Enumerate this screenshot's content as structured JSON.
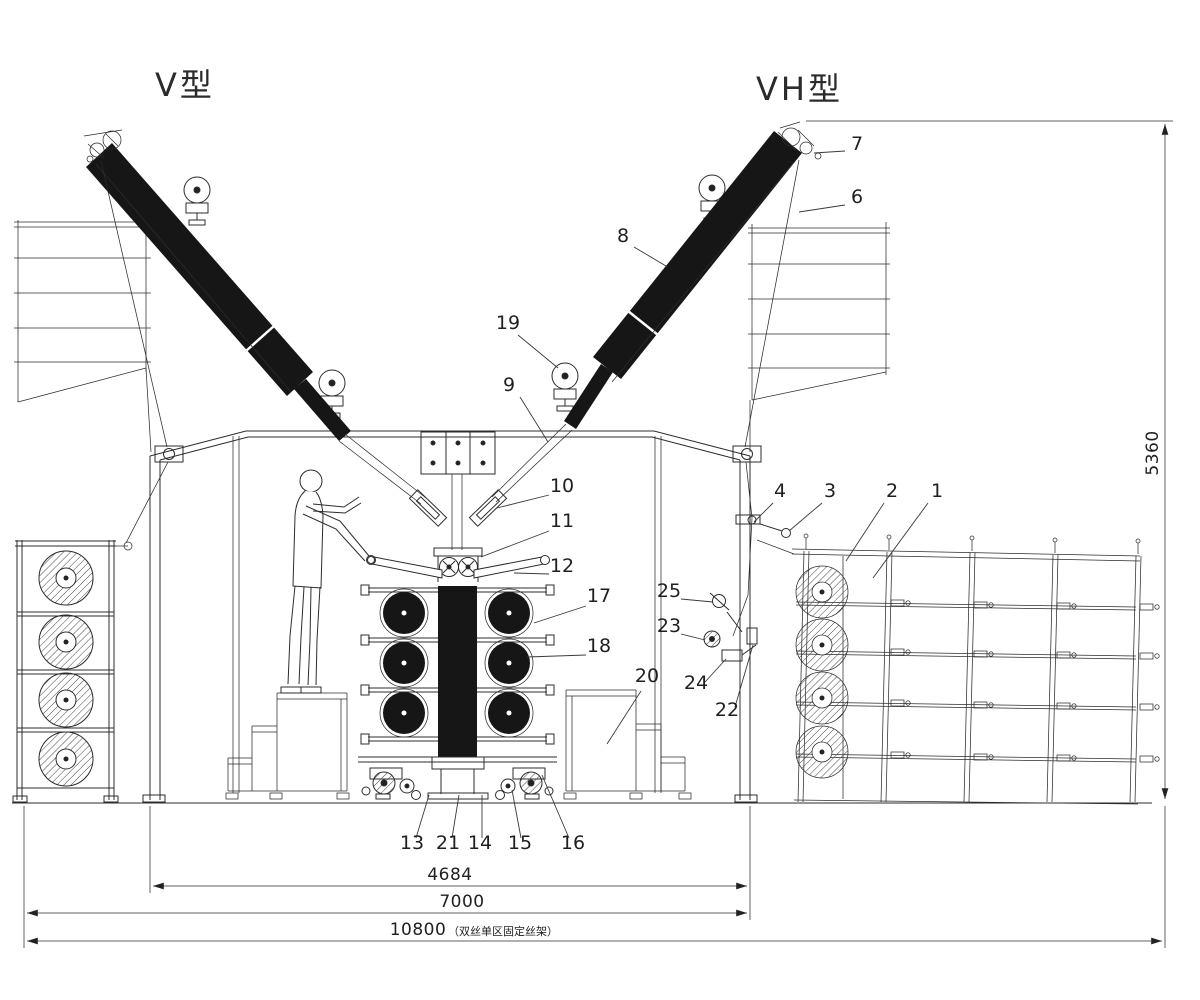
{
  "titles": {
    "v": "V型",
    "vh": "VH型"
  },
  "dimensions": {
    "inner": "4684",
    "mid": "7000",
    "total": "10800",
    "total_note": "（双丝单区固定丝架）",
    "height": "5360"
  },
  "parts": {
    "n1": "1",
    "n2": "2",
    "n3": "3",
    "n4": "4",
    "n6": "6",
    "n7": "7",
    "n8": "8",
    "n9": "9",
    "n10": "10",
    "n11": "11",
    "n12": "12",
    "n13": "13",
    "n14": "14",
    "n15": "15",
    "n16": "16",
    "n17": "17",
    "n18": "18",
    "n19": "19",
    "n20": "20",
    "n21": "21",
    "n22": "22",
    "n23": "23",
    "n24": "24",
    "n25": "25"
  }
}
